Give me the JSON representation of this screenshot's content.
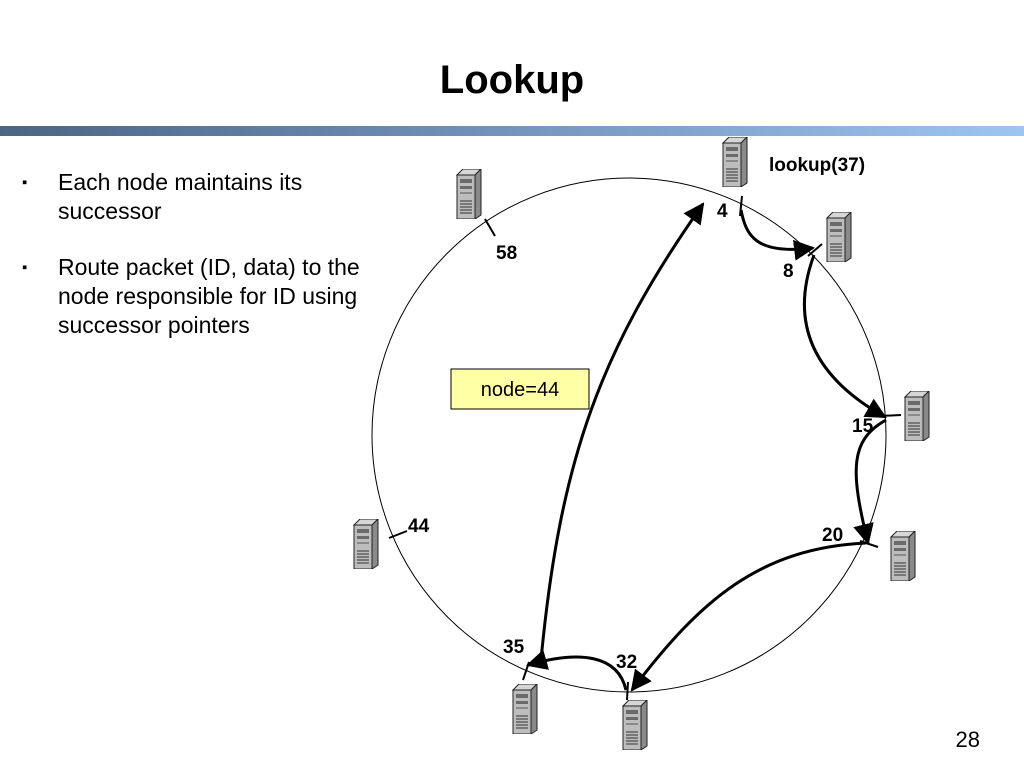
{
  "title": "Lookup",
  "bullets": [
    "Each node maintains its successor",
    "Route packet (ID, data) to the node responsible for ID using successor pointers"
  ],
  "diagram": {
    "node_labels": [
      "4",
      "8",
      "15",
      "20",
      "32",
      "35",
      "44",
      "58"
    ],
    "lookup_label": "lookup(37)",
    "result_box": "node=44",
    "result_box_fill": "#ffffa6",
    "icon": "server-tower-icon",
    "lookup_path": [
      "4",
      "8",
      "15",
      "20",
      "32",
      "35",
      "4"
    ]
  },
  "page_number": "28"
}
